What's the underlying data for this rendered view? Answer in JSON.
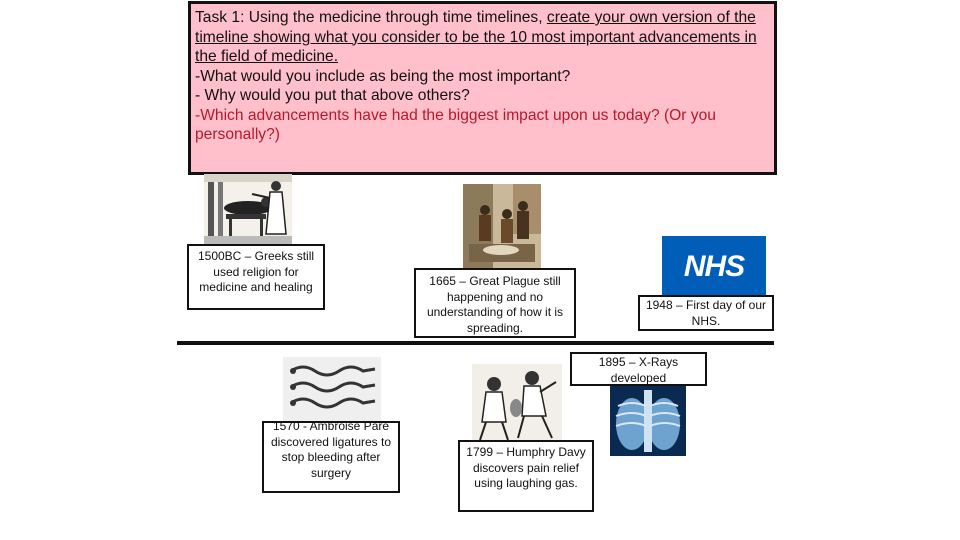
{
  "task": {
    "line1_plain": "Task 1: Using the medicine through time timelines, ",
    "line1_underlined": "create your own version of the timeline showing what you consider to be the 10 most important advancements in the field of medicine.",
    "q1": "-What would you include as being the most important?",
    "q2": "- Why would you put that above others?",
    "q3": "-Which advancements have had the biggest impact upon us today? (Or you personally?)"
  },
  "events": {
    "greeks": "1500BC – Greeks still used religion for medicine and healing",
    "plague": "1665 – Great Plague still happening and no understanding of how it is spreading.",
    "nhs": "1948 – First day of our NHS.",
    "nhs_logo": "NHS",
    "xrays": "1895 – X-Rays developed",
    "pare": "1570 - Ambroise Pare discovered ligatures to stop bleeding after surgery",
    "davy": "1799 – Humphry Davy discovers pain relief using laughing gas."
  },
  "colors": {
    "task_background": "#ffc0cb",
    "question_text": "#b8182a",
    "nhs_blue": "#005eb8"
  }
}
